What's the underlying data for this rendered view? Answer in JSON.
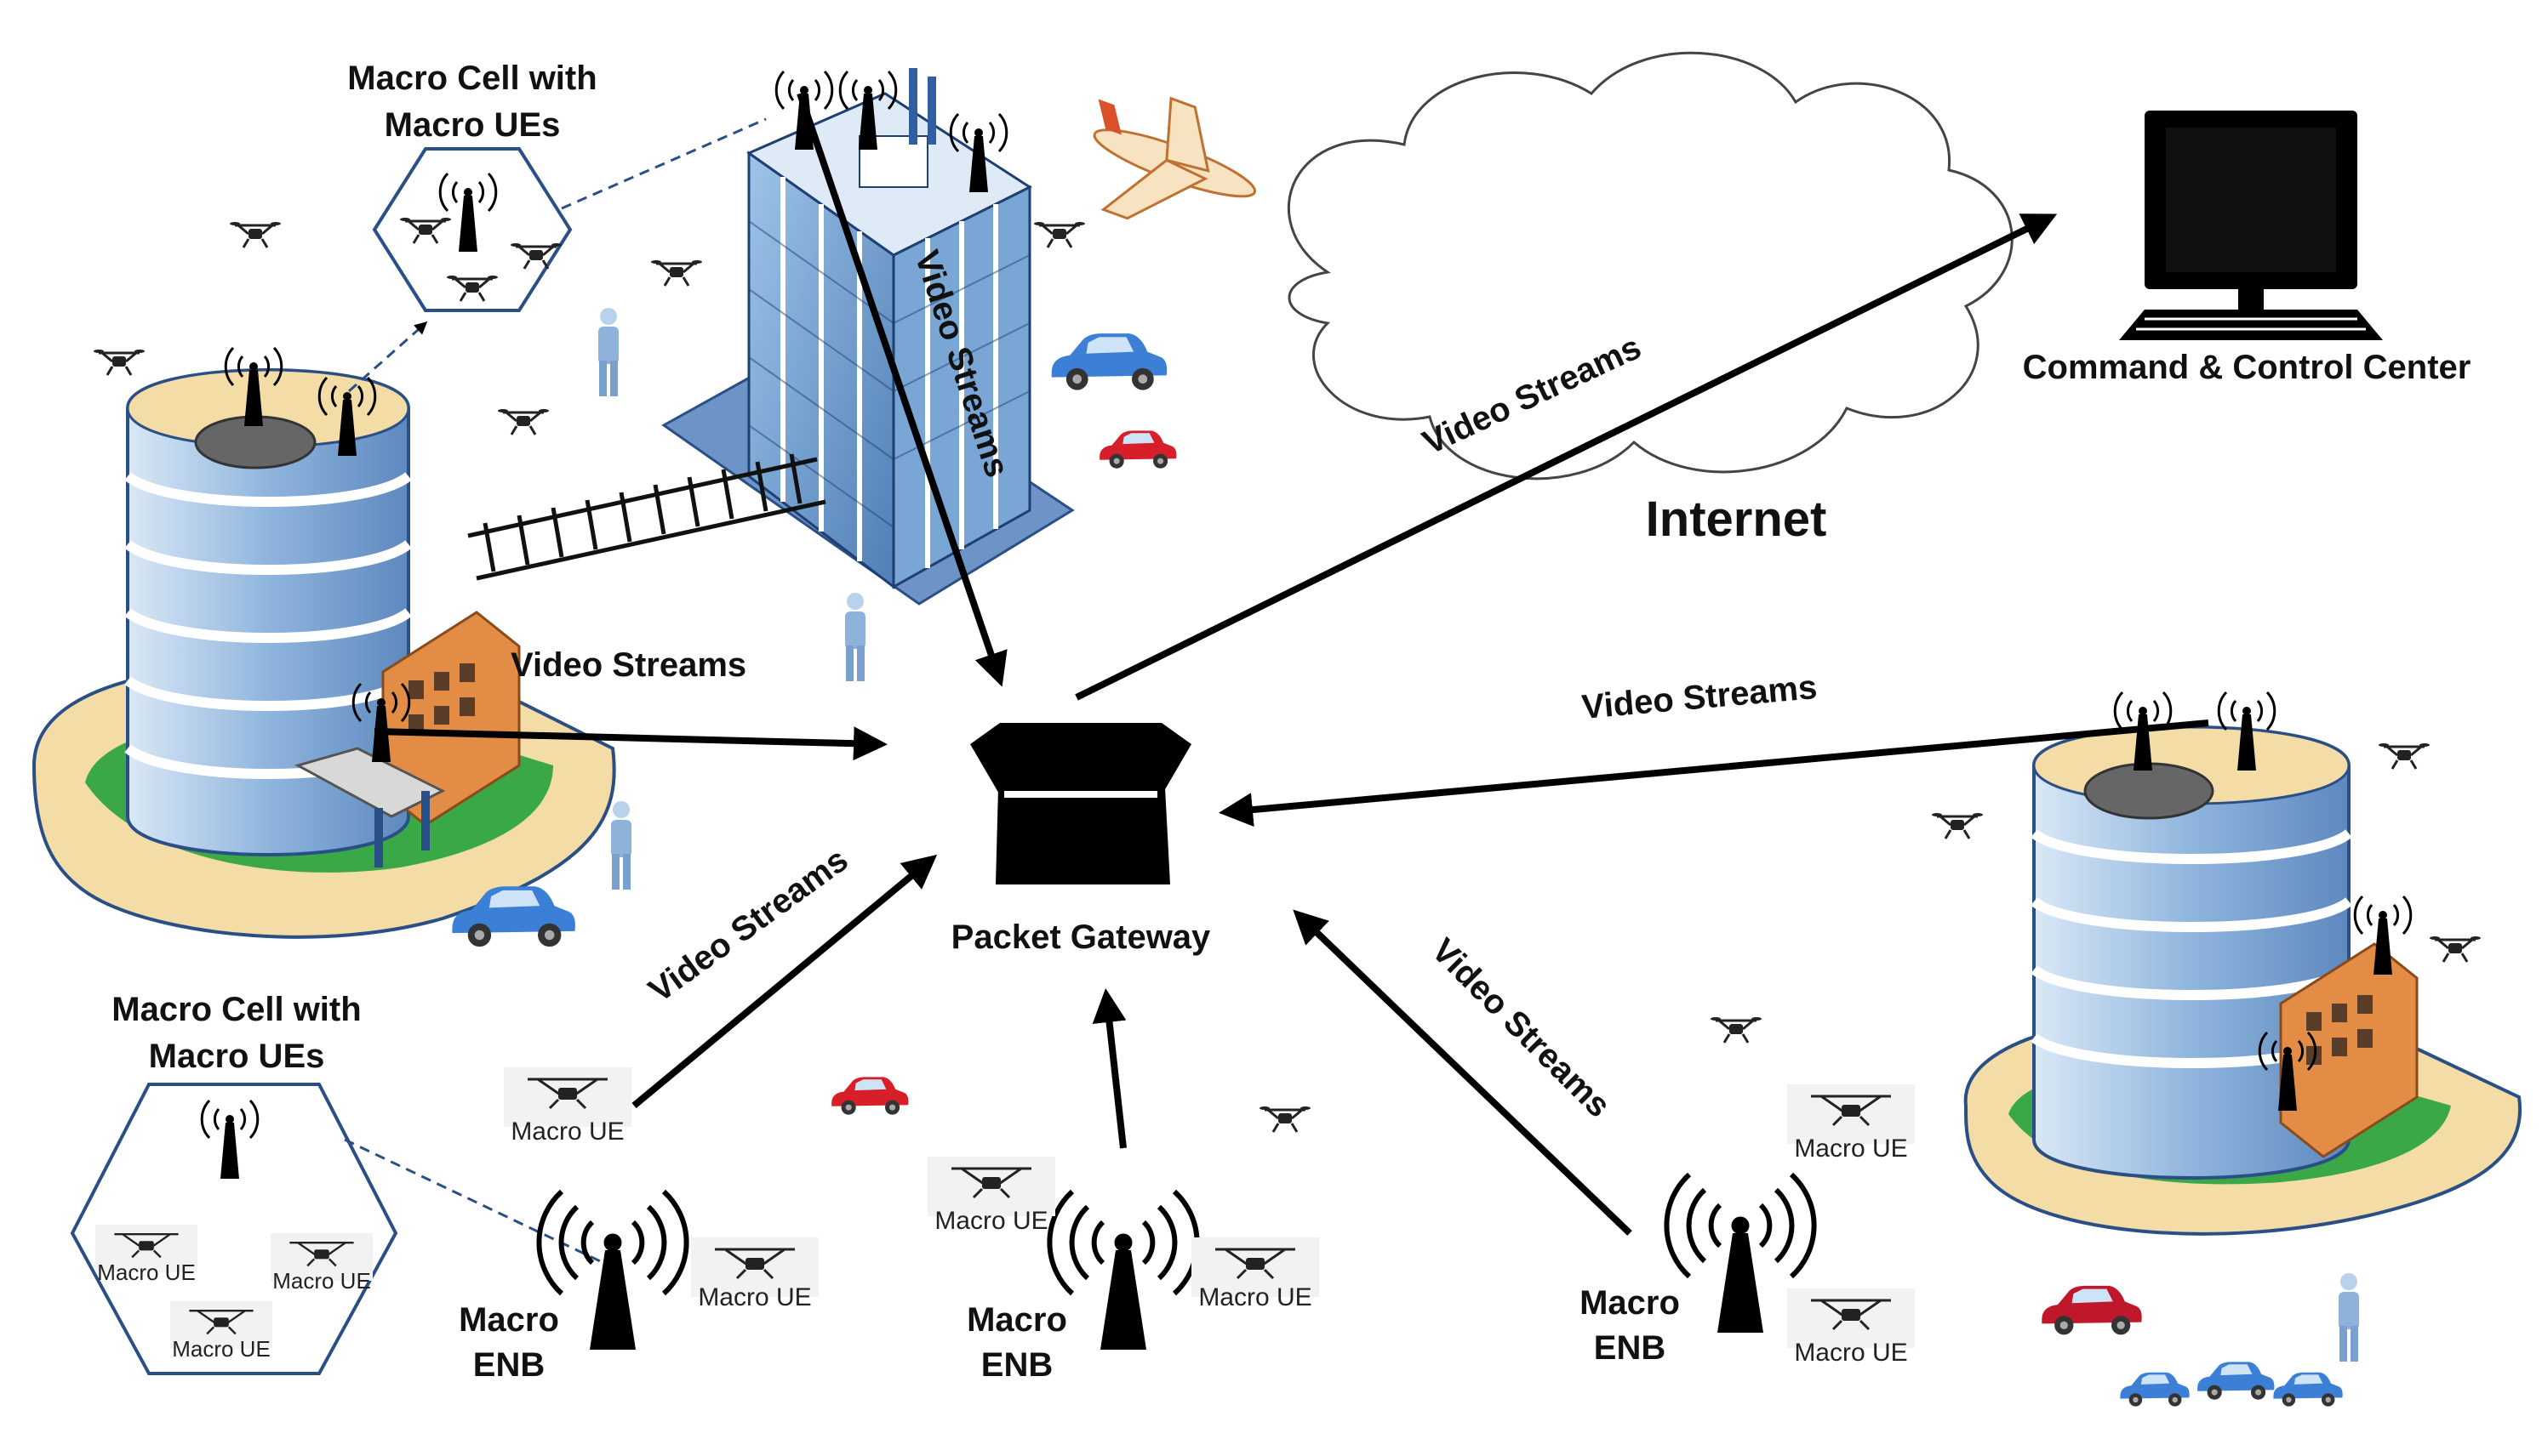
{
  "labels": {
    "macro_cell_top": [
      "Macro Cell with",
      "Macro UEs"
    ],
    "macro_cell_bottom": [
      "Macro Cell with",
      "Macro UEs"
    ],
    "command_center": "Command & Control Center",
    "internet": "Internet",
    "packet_gateway": "Packet Gateway",
    "video_streams": "Video Streams",
    "macro_enb": [
      "Macro",
      "ENB"
    ],
    "macro_ue": "Macro UE"
  },
  "colors": {
    "building_blue": "#9fc3e6",
    "building_roof": "#f2d9a0",
    "ground_green": "#3aa847",
    "car_blue": "#3b7fd6",
    "car_red": "#d71f2a",
    "arrow": "#000000"
  },
  "icons": [
    "tower-icon",
    "drone-icon",
    "building-icon",
    "cloud-icon",
    "computer-icon",
    "gateway-box-icon",
    "airplane-icon",
    "car-icon",
    "person-icon",
    "hexagon-cell-icon"
  ]
}
